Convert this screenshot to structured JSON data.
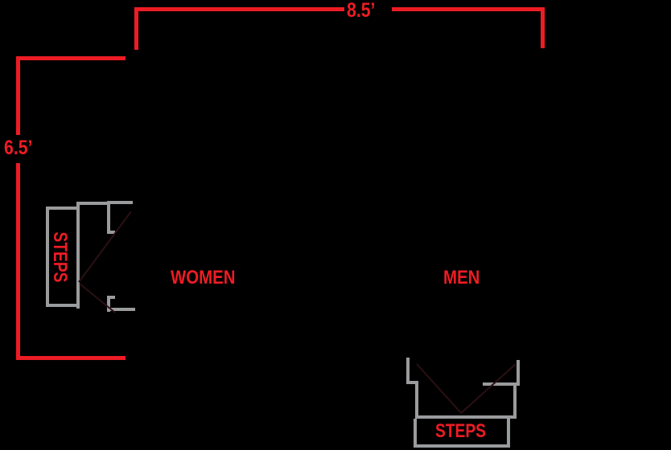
{
  "colors": {
    "bg": "#000000",
    "red": "#ED1C24",
    "gray": "#9A9B9D",
    "faint": "#2B1013"
  },
  "dimensions": {
    "top_width_label": "8.5’",
    "left_height_label": "6.5’"
  },
  "rooms": {
    "women_label": "WOMEN",
    "men_label": "MEN"
  },
  "stairs": {
    "left_label": "STEPS",
    "right_label": "STEPS"
  }
}
